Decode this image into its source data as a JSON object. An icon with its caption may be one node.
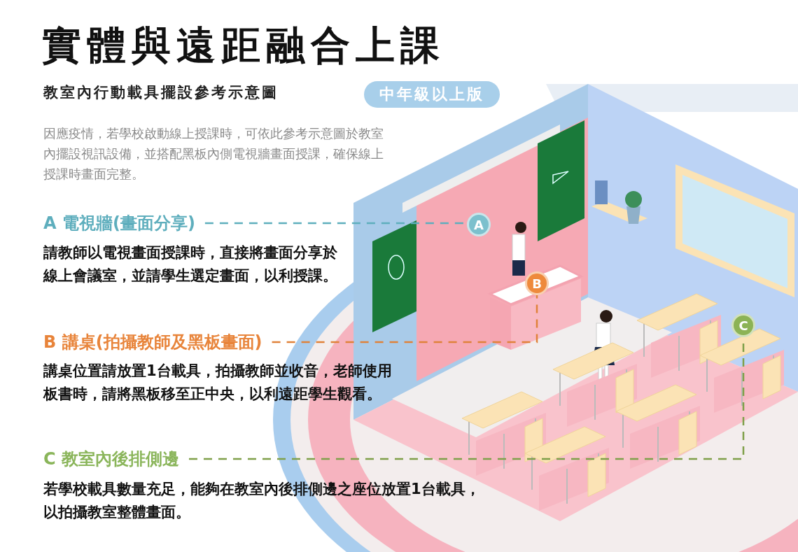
{
  "diagram": {
    "title": "實體與遠距融合上課",
    "nodes": [
      {
        "text": [
          "中年級以上版"
        ]
      },
      {
        "text": [
          "A 電視牆(畫面分享)"
        ],
        "beside": [
          "請教師以電視畫面授課時，直接將畫面分享於線上會議室，並請學生選定畫面，以利授課。"
        ]
      },
      {
        "text": [
          "A"
        ]
      },
      {
        "text": [
          "B 講桌(拍攝教師及黑板畫面)"
        ],
        "beside": [
          "講桌位置請放置1台載具，拍攝教師並收音，老師使用板書時，請將黑板移至正中央，以利遠距學生觀看。"
        ]
      },
      {
        "text": [
          "B"
        ]
      },
      {
        "text": [
          "C 教室內後排側邊"
        ],
        "beside": [
          "若學校載具數量充足，能夠在教室內後排側邊之座位放置1台載具，以拍攝教室整體畫面。"
        ]
      },
      {
        "text": [
          "C"
        ]
      }
    ],
    "edges": [
      {
        "from": 1,
        "to": 2,
        "arrow": "none",
        "style": "dashed",
        "color": "#5eaebd"
      },
      {
        "from": 3,
        "to": 4,
        "arrow": "none",
        "style": "dashed",
        "color": "#e0823a"
      },
      {
        "from": 5,
        "to": 6,
        "arrow": "none",
        "style": "dashed",
        "color": "#7fa04a"
      }
    ],
    "labels": [
      "教室內行動載具擺設參考示意圖",
      "因應疫情，若學校啟動線上授課時，可依此參考示意圖於教室內擺設視訊設備，並搭配黑板內側電視牆畫面授課，確保線上授課時畫面完整。"
    ]
  }
}
